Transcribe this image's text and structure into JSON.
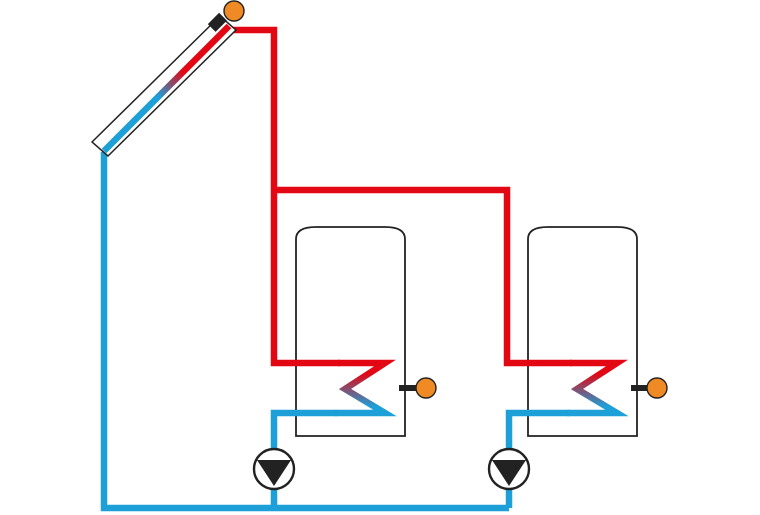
{
  "colors": {
    "hot": "#e30613",
    "cold": "#1d9fd8",
    "sensor": "#f08a24",
    "outline": "#222222",
    "background": "#ffffff"
  },
  "diagram": {
    "components": [
      {
        "id": "collector",
        "kind": "solar-collector",
        "icon": "solar-panel-icon"
      },
      {
        "id": "collector-sensor",
        "kind": "temperature-sensor",
        "icon": "sensor-icon"
      },
      {
        "id": "tank-1",
        "kind": "storage-tank",
        "icon": "tank-icon"
      },
      {
        "id": "tank-1-coil",
        "kind": "heat-exchanger-coil",
        "icon": "coil-icon"
      },
      {
        "id": "tank-1-sensor",
        "kind": "temperature-sensor",
        "icon": "sensor-icon"
      },
      {
        "id": "tank-2",
        "kind": "storage-tank",
        "icon": "tank-icon"
      },
      {
        "id": "tank-2-coil",
        "kind": "heat-exchanger-coil",
        "icon": "coil-icon"
      },
      {
        "id": "tank-2-sensor",
        "kind": "temperature-sensor",
        "icon": "sensor-icon"
      },
      {
        "id": "pump-1",
        "kind": "circulation-pump",
        "icon": "pump-icon"
      },
      {
        "id": "pump-2",
        "kind": "circulation-pump",
        "icon": "pump-icon"
      }
    ],
    "connections": [
      {
        "from": "collector",
        "to": "tank-1-coil",
        "line": "hot"
      },
      {
        "from": "collector",
        "to": "tank-2-coil",
        "line": "hot"
      },
      {
        "from": "tank-1-coil",
        "to": "pump-1",
        "line": "cold"
      },
      {
        "from": "tank-2-coil",
        "to": "pump-2",
        "line": "cold"
      },
      {
        "from": "pump-1",
        "to": "collector",
        "line": "cold"
      },
      {
        "from": "pump-2",
        "to": "collector",
        "line": "cold"
      }
    ]
  }
}
